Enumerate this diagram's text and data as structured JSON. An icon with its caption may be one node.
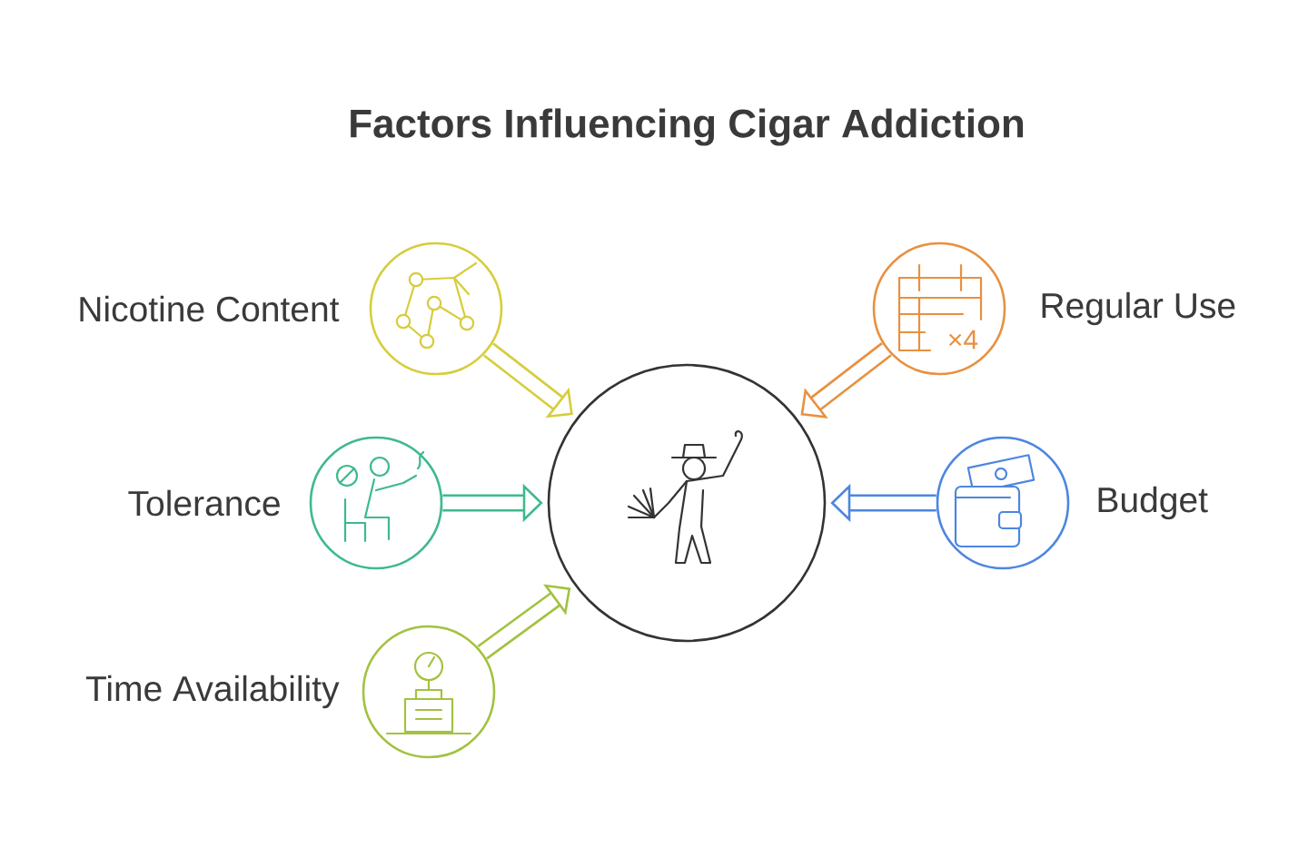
{
  "diagram": {
    "title": "Factors Influencing Cigar Addiction",
    "nodes": [
      {
        "text": [
          "Nicotine Content"
        ]
      },
      {
        "text": [
          "Regular Use"
        ]
      },
      {
        "text": [
          "Tolerance"
        ]
      },
      {
        "text": [],
        "shape": "circle"
      },
      {
        "text": [
          "Budget"
        ]
      },
      {
        "text": [
          "Time Availability"
        ]
      }
    ],
    "edges": [
      {
        "from": 0,
        "to": 3,
        "arrow": "to",
        "color": "#d6cd3c"
      },
      {
        "from": 1,
        "to": 3,
        "arrow": "to",
        "color": "#e8903f"
      },
      {
        "from": 2,
        "to": 3,
        "arrow": "to",
        "color": "#3dba8c"
      },
      {
        "from": 4,
        "to": 3,
        "arrow": "to",
        "color": "#4d86e0"
      },
      {
        "from": 5,
        "to": 3,
        "arrow": "to",
        "color": "#a2c240"
      }
    ],
    "labels": [
      "×4"
    ]
  }
}
